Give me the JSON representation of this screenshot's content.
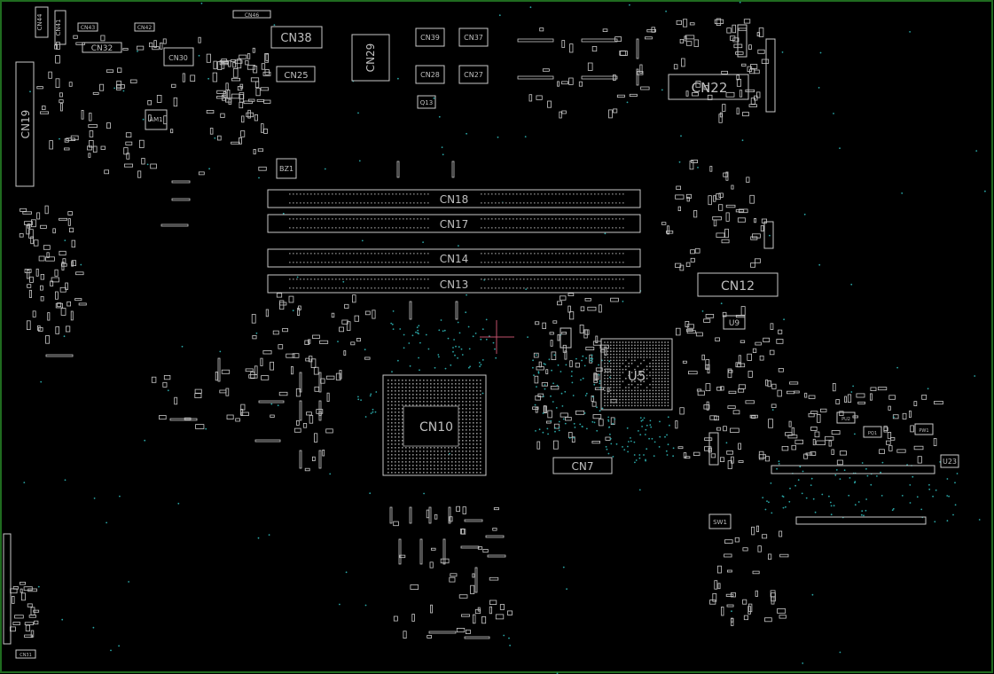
{
  "colors": {
    "background": "#000000",
    "border": "#1f6b1f",
    "outline": "#c8c8c8",
    "label": "#bfbfbf",
    "via": "#2aa6a6",
    "cursor": "#c0506a"
  },
  "labels": {
    "cn44": "CN44",
    "cn41": "CN41",
    "cn43": "CN43",
    "cn42": "CN42",
    "cn46": "CN46",
    "cn38": "CN38",
    "cn29": "CN29",
    "cn39": "CN39",
    "cn37": "CN37",
    "cn28": "CN28",
    "cn27": "CN27",
    "cn32": "CN32",
    "cn30": "CN30",
    "cn25": "CN25",
    "cn19": "CN19",
    "cn22": "CN22",
    "cn18": "CN18",
    "cn17": "CN17",
    "cn14": "CN14",
    "cn13": "CN13",
    "cn12": "CN12",
    "cn10": "CN10",
    "cn7": "CN7",
    "u5": "U5",
    "u9": "U9",
    "u23": "U23",
    "bz1": "BZ1",
    "q13": "Q13",
    "sw1": "SW1",
    "am1": "AM1",
    "pu2": "PU2",
    "pq1": "PQ1",
    "pw1": "PW1",
    "cn31": "CN31"
  }
}
